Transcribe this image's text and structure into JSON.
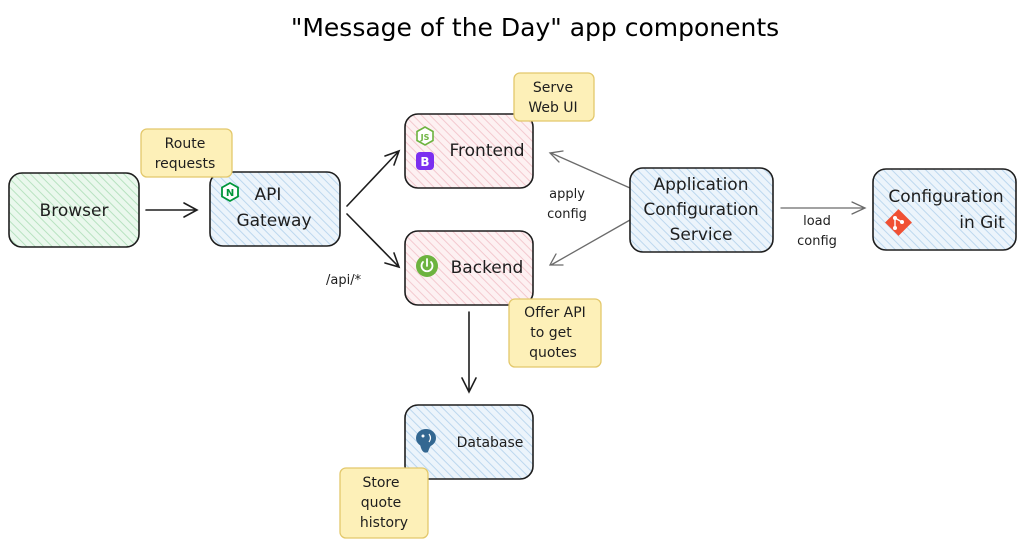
{
  "title": "\"Message of the Day\" app components",
  "nodes": {
    "browser": "Browser",
    "gateway": [
      "API",
      "Gateway"
    ],
    "frontend": "Frontend",
    "backend": "Backend",
    "app_config": [
      "Application",
      "Configuration",
      "Service"
    ],
    "git_config": [
      "Configuration",
      "in Git"
    ],
    "database": "Database"
  },
  "notes": {
    "route": [
      "Route",
      "requests"
    ],
    "serve": [
      "Serve",
      "Web UI"
    ],
    "offer": [
      "Offer API",
      "to get",
      "quotes"
    ],
    "store": [
      "Store",
      "quote",
      "history"
    ]
  },
  "edges": {
    "api": "/api/*",
    "apply": [
      "apply",
      "config"
    ],
    "load": [
      "load",
      "config"
    ]
  },
  "icons": {
    "nodejs": "JS",
    "bootstrap": "B",
    "nginx": "N"
  },
  "colors": {
    "green_fill": "#d8f2de",
    "blue_fill": "#dbeaf7",
    "pink_fill": "#fbe3e6",
    "note_fill": "#fdf0b8",
    "bootstrap": "#7b2ff0",
    "spring": "#6db33f",
    "git": "#f05033",
    "postgres": "#336791",
    "nginx": "#009639"
  }
}
